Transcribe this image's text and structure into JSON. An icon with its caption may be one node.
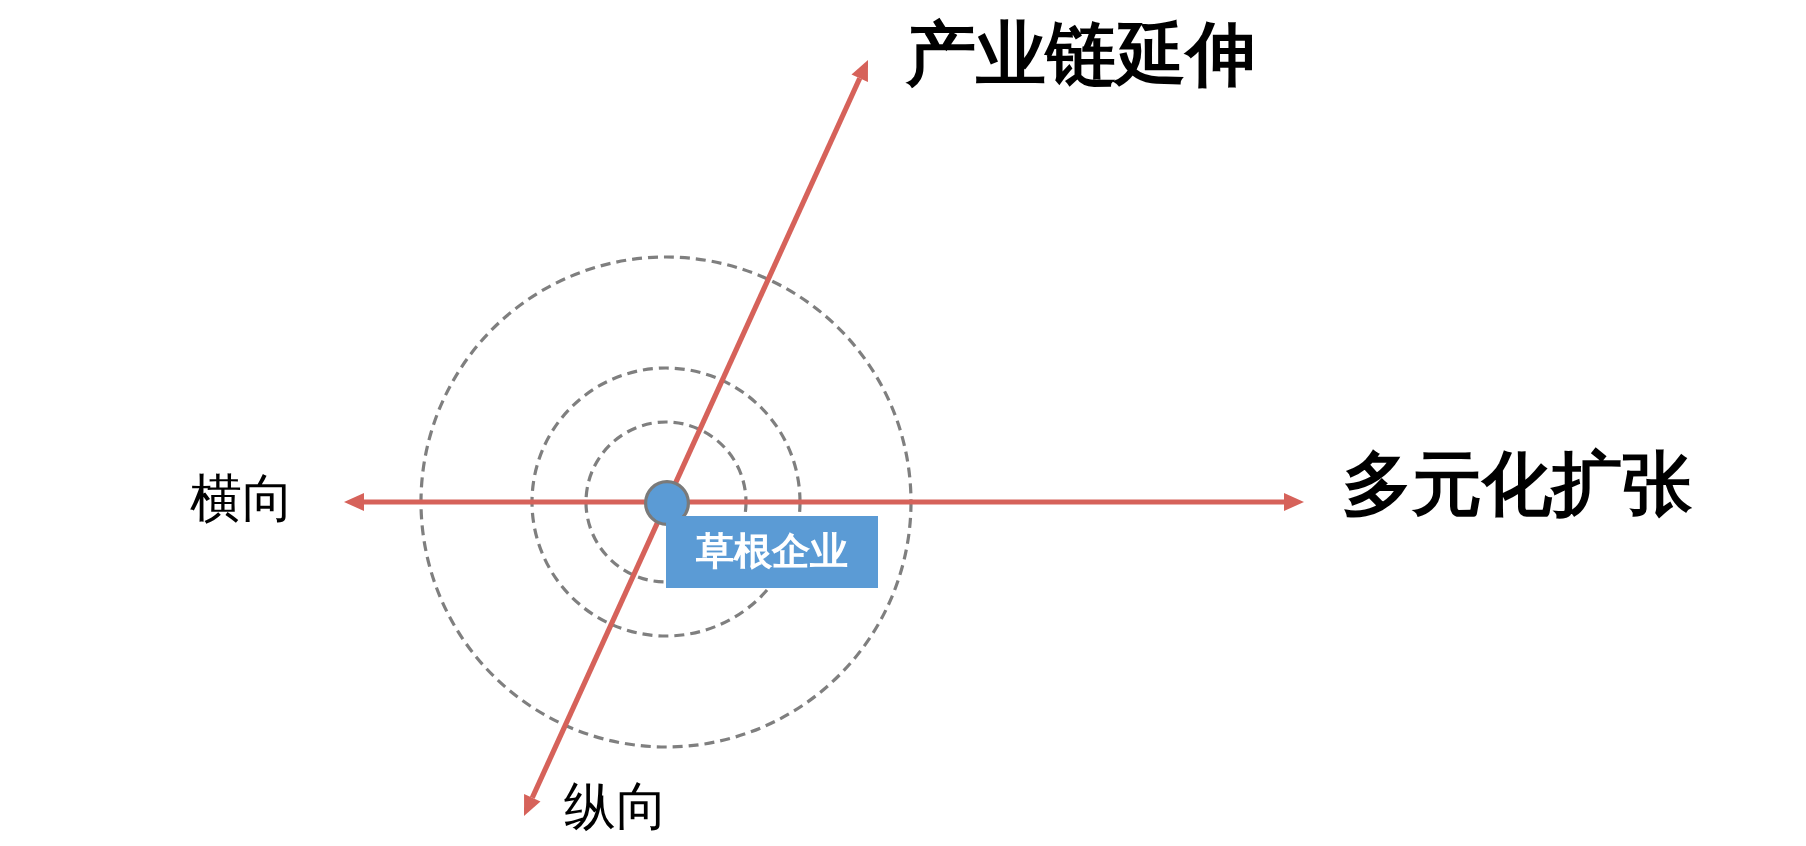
{
  "diagram": {
    "nodes": [
      {
        "text": [],
        "shape": "circle"
      },
      {
        "text": [
          "草根企业"
        ]
      }
    ],
    "labels": [
      "产业链延伸",
      "横向",
      "多元化扩张",
      "纵向"
    ]
  }
}
